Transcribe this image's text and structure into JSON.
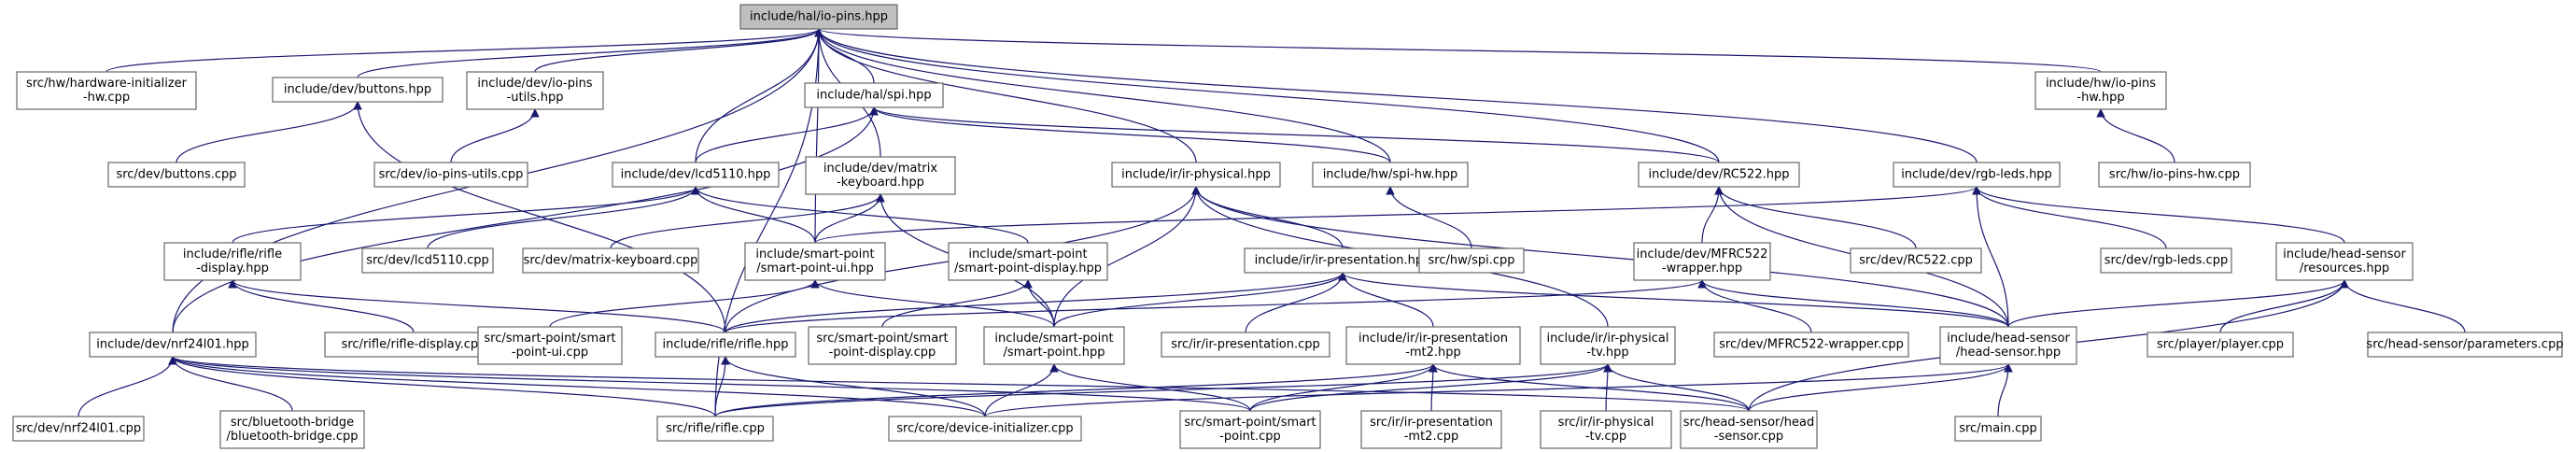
{
  "diagram": {
    "nodes": [
      {
        "id": "io_pins",
        "lines": [
          "include/hal/io-pins.hpp"
        ],
        "root": true
      },
      {
        "id": "hw_init",
        "lines": [
          "src/hw/hardware-initializer",
          "-hw.cpp"
        ]
      },
      {
        "id": "buttons_hpp",
        "lines": [
          "include/dev/buttons.hpp"
        ]
      },
      {
        "id": "io_pins_utils_hpp",
        "lines": [
          "include/dev/io-pins",
          "-utils.hpp"
        ]
      },
      {
        "id": "spi_hpp",
        "lines": [
          "include/hal/spi.hpp"
        ]
      },
      {
        "id": "hw_io_pins_hpp",
        "lines": [
          "include/hw/io-pins",
          "-hw.hpp"
        ]
      },
      {
        "id": "buttons_cpp",
        "lines": [
          "src/dev/buttons.cpp"
        ]
      },
      {
        "id": "io_pins_utils_cpp",
        "lines": [
          "src/dev/io-pins-utils.cpp"
        ]
      },
      {
        "id": "lcd5110_hpp",
        "lines": [
          "include/dev/lcd5110.hpp"
        ]
      },
      {
        "id": "matrix_kb_hpp",
        "lines": [
          "include/dev/matrix",
          "-keyboard.hpp"
        ]
      },
      {
        "id": "ir_physical_hpp",
        "lines": [
          "include/ir/ir-physical.hpp"
        ]
      },
      {
        "id": "spi_hw_hpp",
        "lines": [
          "include/hw/spi-hw.hpp"
        ]
      },
      {
        "id": "rc522_hpp",
        "lines": [
          "include/dev/RC522.hpp"
        ]
      },
      {
        "id": "rgb_leds_hpp",
        "lines": [
          "include/dev/rgb-leds.hpp"
        ]
      },
      {
        "id": "hw_io_pins_cpp",
        "lines": [
          "src/hw/io-pins-hw.cpp"
        ]
      },
      {
        "id": "rifle_display_hpp",
        "lines": [
          "include/rifle/rifle",
          "-display.hpp"
        ]
      },
      {
        "id": "lcd5110_cpp",
        "lines": [
          "src/dev/lcd5110.cpp"
        ]
      },
      {
        "id": "matrix_kb_cpp",
        "lines": [
          "src/dev/matrix-keyboard.cpp"
        ]
      },
      {
        "id": "sp_ui_hpp",
        "lines": [
          "include/smart-point",
          "/smart-point-ui.hpp"
        ]
      },
      {
        "id": "sp_display_hpp",
        "lines": [
          "include/smart-point",
          "/smart-point-display.hpp"
        ]
      },
      {
        "id": "ir_pres_hpp",
        "lines": [
          "include/ir/ir-presentation.hpp"
        ]
      },
      {
        "id": "spi_cpp",
        "lines": [
          "src/hw/spi.cpp"
        ]
      },
      {
        "id": "mfrc_hpp",
        "lines": [
          "include/dev/MFRC522",
          "-wrapper.hpp"
        ]
      },
      {
        "id": "rc522_cpp",
        "lines": [
          "src/dev/RC522.cpp"
        ]
      },
      {
        "id": "rgb_leds_cpp",
        "lines": [
          "src/dev/rgb-leds.cpp"
        ]
      },
      {
        "id": "hs_resources_hpp",
        "lines": [
          "include/head-sensor",
          "/resources.hpp"
        ]
      },
      {
        "id": "nrf_hpp",
        "lines": [
          "include/dev/nrf24l01.hpp"
        ]
      },
      {
        "id": "rifle_display_cpp",
        "lines": [
          "src/rifle/rifle-display.cpp"
        ]
      },
      {
        "id": "sp_ui_cpp",
        "lines": [
          "src/smart-point/smart",
          "-point-ui.cpp"
        ]
      },
      {
        "id": "rifle_hpp",
        "lines": [
          "include/rifle/rifle.hpp"
        ]
      },
      {
        "id": "sp_display_cpp",
        "lines": [
          "src/smart-point/smart",
          "-point-display.cpp"
        ]
      },
      {
        "id": "sp_hpp",
        "lines": [
          "include/smart-point",
          "/smart-point.hpp"
        ]
      },
      {
        "id": "ir_pres_cpp",
        "lines": [
          "src/ir/ir-presentation.cpp"
        ]
      },
      {
        "id": "ir_pres_mt2_hpp",
        "lines": [
          "include/ir/ir-presentation",
          "-mt2.hpp"
        ]
      },
      {
        "id": "ir_phys_tv_hpp",
        "lines": [
          "include/ir/ir-physical",
          "-tv.hpp"
        ]
      },
      {
        "id": "mfrc_cpp",
        "lines": [
          "src/dev/MFRC522-wrapper.cpp"
        ]
      },
      {
        "id": "hs_hpp",
        "lines": [
          "include/head-sensor",
          "/head-sensor.hpp"
        ]
      },
      {
        "id": "player_cpp",
        "lines": [
          "src/player/player.cpp"
        ]
      },
      {
        "id": "params_cpp",
        "lines": [
          "src/head-sensor/parameters.cpp"
        ]
      },
      {
        "id": "nrf_cpp",
        "lines": [
          "src/dev/nrf24l01.cpp"
        ]
      },
      {
        "id": "bt_bridge_cpp",
        "lines": [
          "src/bluetooth-bridge",
          "/bluetooth-bridge.cpp"
        ]
      },
      {
        "id": "rifle_cpp",
        "lines": [
          "src/rifle/rifle.cpp"
        ]
      },
      {
        "id": "dev_init_cpp",
        "lines": [
          "src/core/device-initializer.cpp"
        ]
      },
      {
        "id": "sp_cpp",
        "lines": [
          "src/smart-point/smart",
          "-point.cpp"
        ]
      },
      {
        "id": "ir_pres_mt2_cpp",
        "lines": [
          "src/ir/ir-presentation",
          "-mt2.cpp"
        ]
      },
      {
        "id": "ir_phys_tv_cpp",
        "lines": [
          "src/ir/ir-physical",
          "-tv.cpp"
        ]
      },
      {
        "id": "hs_cpp",
        "lines": [
          "src/head-sensor/head",
          "-sensor.cpp"
        ]
      },
      {
        "id": "main_cpp",
        "lines": [
          "src/main.cpp"
        ]
      }
    ],
    "edges": [
      [
        "io_pins",
        "hw_init"
      ],
      [
        "io_pins",
        "buttons_hpp"
      ],
      [
        "io_pins",
        "io_pins_utils_hpp"
      ],
      [
        "io_pins",
        "spi_hpp"
      ],
      [
        "io_pins",
        "hw_io_pins_hpp"
      ],
      [
        "io_pins",
        "lcd5110_hpp"
      ],
      [
        "io_pins",
        "matrix_kb_hpp"
      ],
      [
        "io_pins",
        "ir_physical_hpp"
      ],
      [
        "io_pins",
        "spi_hw_hpp"
      ],
      [
        "io_pins",
        "rc522_hpp"
      ],
      [
        "io_pins",
        "rgb_leds_hpp"
      ],
      [
        "io_pins",
        "nrf_hpp"
      ],
      [
        "io_pins",
        "sp_ui_hpp"
      ],
      [
        "io_pins",
        "rifle_cpp"
      ],
      [
        "buttons_hpp",
        "buttons_cpp"
      ],
      [
        "buttons_hpp",
        "rifle_hpp"
      ],
      [
        "io_pins_utils_hpp",
        "io_pins_utils_cpp"
      ],
      [
        "spi_hpp",
        "lcd5110_hpp"
      ],
      [
        "spi_hpp",
        "spi_hw_hpp"
      ],
      [
        "spi_hpp",
        "rc522_hpp"
      ],
      [
        "spi_hpp",
        "nrf_hpp"
      ],
      [
        "hw_io_pins_hpp",
        "hw_io_pins_cpp"
      ],
      [
        "lcd5110_hpp",
        "rifle_display_hpp"
      ],
      [
        "lcd5110_hpp",
        "lcd5110_cpp"
      ],
      [
        "lcd5110_hpp",
        "sp_ui_hpp"
      ],
      [
        "lcd5110_hpp",
        "sp_display_hpp"
      ],
      [
        "matrix_kb_hpp",
        "matrix_kb_cpp"
      ],
      [
        "matrix_kb_hpp",
        "sp_ui_hpp"
      ],
      [
        "matrix_kb_hpp",
        "sp_hpp"
      ],
      [
        "ir_physical_hpp",
        "ir_pres_hpp"
      ],
      [
        "ir_physical_hpp",
        "ir_phys_tv_hpp"
      ],
      [
        "ir_physical_hpp",
        "rifle_hpp"
      ],
      [
        "ir_physical_hpp",
        "sp_hpp"
      ],
      [
        "ir_physical_hpp",
        "hs_hpp"
      ],
      [
        "spi_hw_hpp",
        "spi_cpp"
      ],
      [
        "rc522_hpp",
        "mfrc_hpp"
      ],
      [
        "rc522_hpp",
        "rc522_cpp"
      ],
      [
        "rc522_hpp",
        "hs_hpp"
      ],
      [
        "rgb_leds_hpp",
        "rgb_leds_cpp"
      ],
      [
        "rgb_leds_hpp",
        "hs_resources_hpp"
      ],
      [
        "rgb_leds_hpp",
        "hs_hpp"
      ],
      [
        "rgb_leds_hpp",
        "sp_ui_hpp"
      ],
      [
        "rifle_display_hpp",
        "rifle_display_cpp"
      ],
      [
        "rifle_display_hpp",
        "rifle_hpp"
      ],
      [
        "sp_ui_hpp",
        "sp_ui_cpp"
      ],
      [
        "sp_ui_hpp",
        "sp_hpp"
      ],
      [
        "sp_display_hpp",
        "sp_display_cpp"
      ],
      [
        "sp_display_hpp",
        "sp_hpp"
      ],
      [
        "ir_pres_hpp",
        "ir_pres_cpp"
      ],
      [
        "ir_pres_hpp",
        "ir_pres_mt2_hpp"
      ],
      [
        "ir_pres_hpp",
        "rifle_hpp"
      ],
      [
        "ir_pres_hpp",
        "sp_hpp"
      ],
      [
        "ir_pres_hpp",
        "hs_hpp"
      ],
      [
        "mfrc_hpp",
        "mfrc_cpp"
      ],
      [
        "mfrc_hpp",
        "hs_hpp"
      ],
      [
        "mfrc_hpp",
        "rifle_hpp"
      ],
      [
        "hs_resources_hpp",
        "player_cpp"
      ],
      [
        "hs_resources_hpp",
        "params_cpp"
      ],
      [
        "hs_resources_hpp",
        "hs_hpp"
      ],
      [
        "hs_resources_hpp",
        "hs_cpp"
      ],
      [
        "nrf_hpp",
        "nrf_cpp"
      ],
      [
        "nrf_hpp",
        "bt_bridge_cpp"
      ],
      [
        "nrf_hpp",
        "rifle_cpp"
      ],
      [
        "nrf_hpp",
        "dev_init_cpp"
      ],
      [
        "nrf_hpp",
        "sp_cpp"
      ],
      [
        "nrf_hpp",
        "hs_cpp"
      ],
      [
        "rifle_hpp",
        "rifle_cpp"
      ],
      [
        "rifle_hpp",
        "dev_init_cpp"
      ],
      [
        "sp_hpp",
        "dev_init_cpp"
      ],
      [
        "sp_hpp",
        "sp_cpp"
      ],
      [
        "ir_pres_mt2_hpp",
        "ir_pres_mt2_cpp"
      ],
      [
        "ir_pres_mt2_hpp",
        "rifle_cpp"
      ],
      [
        "ir_pres_mt2_hpp",
        "sp_cpp"
      ],
      [
        "ir_pres_mt2_hpp",
        "hs_cpp"
      ],
      [
        "ir_phys_tv_hpp",
        "ir_phys_tv_cpp"
      ],
      [
        "ir_phys_tv_hpp",
        "rifle_cpp"
      ],
      [
        "ir_phys_tv_hpp",
        "sp_cpp"
      ],
      [
        "ir_phys_tv_hpp",
        "hs_cpp"
      ],
      [
        "hs_hpp",
        "main_cpp"
      ],
      [
        "hs_hpp",
        "hs_cpp"
      ],
      [
        "hs_hpp",
        "dev_init_cpp"
      ]
    ]
  }
}
